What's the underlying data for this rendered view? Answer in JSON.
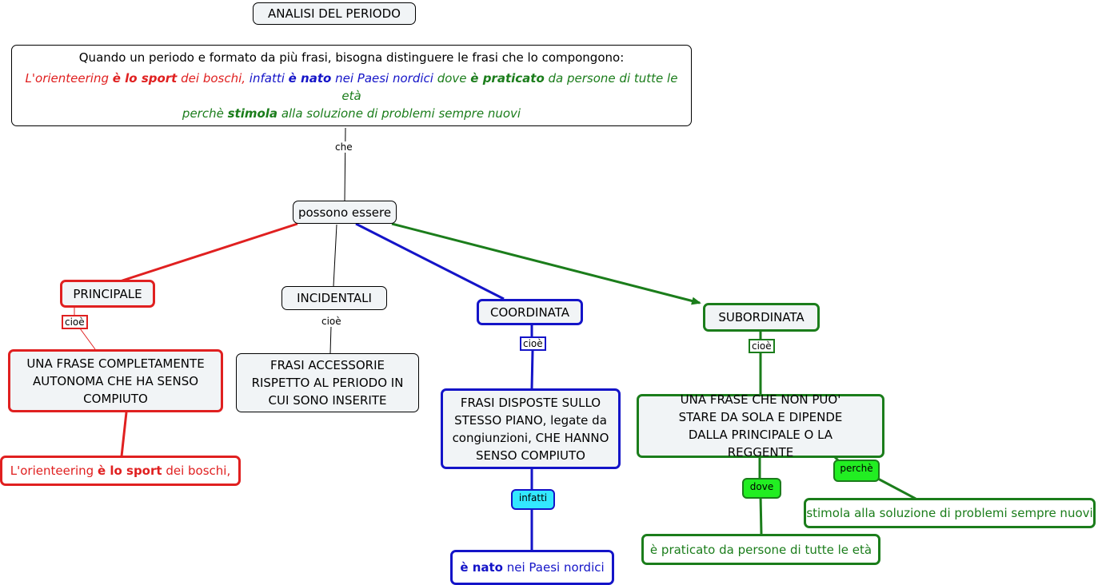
{
  "title": "ANALISI DEL PERIODO",
  "intro": {
    "line1": "Quando un periodo e formato da più frasi, bisogna distinguere le frasi che lo compongono:",
    "example": {
      "principale_a": "L'orienteering ",
      "principale_b": "è lo sport",
      "principale_c": " dei boschi,",
      "coordinata_a": " infatti ",
      "coordinata_b": "è nato",
      "coordinata_c": " nei Paesi nordici",
      "sub1_a": " dove ",
      "sub1_b": "è praticato",
      "sub1_c": " da persone di tutte le età",
      "sub2_a": "perchè ",
      "sub2_b": "stimola",
      "sub2_c": " alla soluzione di problemi sempre nuovi"
    }
  },
  "link_che": "che",
  "possono_essere": "possono essere",
  "principale": {
    "label": "PRINCIPALE",
    "cioe": "cioè",
    "definition": "UNA FRASE COMPLETAMENTE AUTONOMA CHE HA SENSO COMPIUTO",
    "example_a": "L'orienteering ",
    "example_b": "è lo sport",
    "example_c": " dei boschi,"
  },
  "incidentali": {
    "label": "INCIDENTALI",
    "cioe": "cioè",
    "definition": "FRASI ACCESSORIE RISPETTO AL PERIODO IN CUI SONO INSERITE"
  },
  "coordinata": {
    "label": "COORDINATA",
    "cioe": "cioè",
    "definition": "FRASI DISPOSTE SULLO STESSO PIANO, legate da congiunzioni, CHE HANNO SENSO COMPIUTO",
    "connector": "infatti",
    "example_a": "è nato",
    "example_b": " nei Paesi nordici"
  },
  "subordinata": {
    "label": "SUBORDINATA",
    "cioe": "cioè",
    "definition": "UNA FRASE CHE NON PUO' STARE DA SOLA E DIPENDE DALLA PRINCIPALE O LA REGGENTE",
    "connector_dove": "dove",
    "connector_perche": "perchè",
    "example_dove": "è praticato da persone di tutte le età",
    "example_perche": "stimola alla soluzione di problemi sempre nuovi"
  },
  "colors": {
    "principale": "#e02020",
    "coordinata": "#1414c8",
    "subordinata": "#1b7d1b",
    "node_fill": "#f1f4f6",
    "infatti_fill": "#33e8ff",
    "sub_connector_fill": "#22ee22"
  }
}
